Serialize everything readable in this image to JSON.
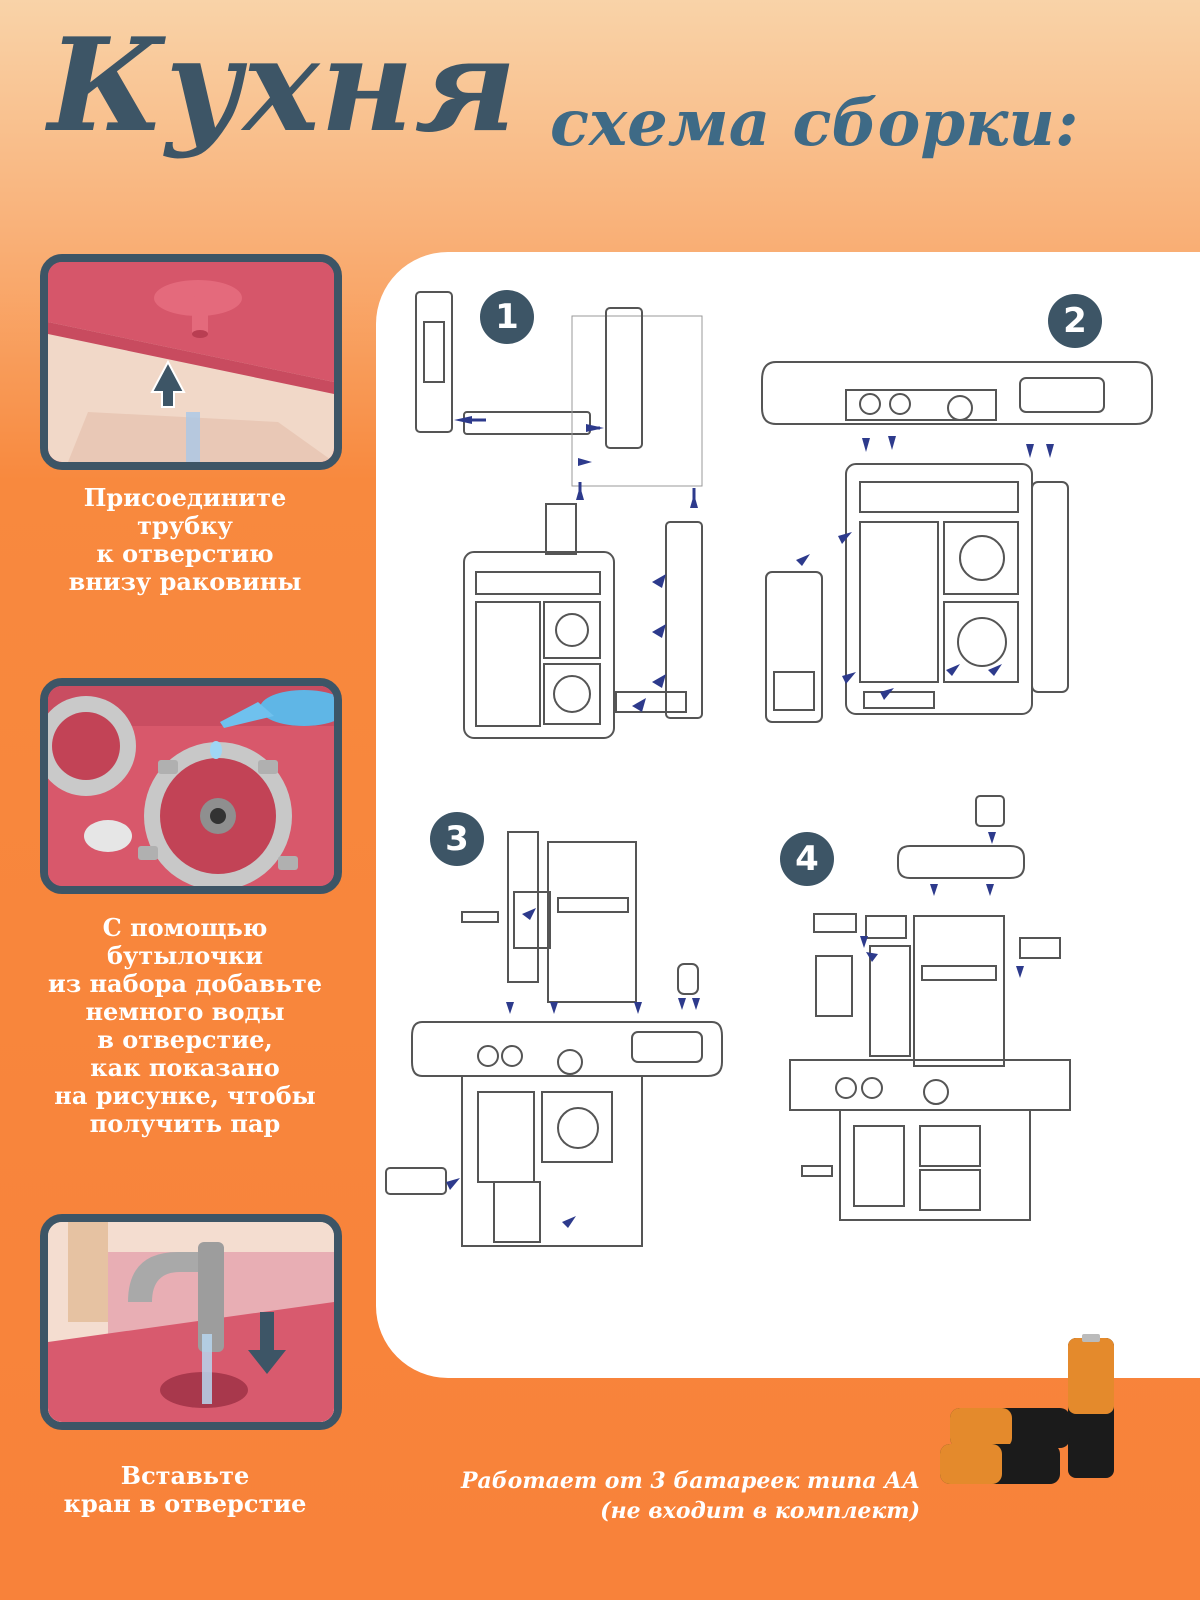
{
  "header": {
    "title": "Кухня",
    "subtitle": "схема сборки:"
  },
  "tips": [
    {
      "caption": "Присоедините\nтрубку\nк отверстию\nвнизу раковины"
    },
    {
      "caption": "С помощью\nбутылочки\nиз набора добавьте\nнемного воды\nв отверстие,\nкак показано\nна рисунке, чтобы\nполучить пар"
    },
    {
      "caption": "Вставьте\nкран в отверстие"
    }
  ],
  "steps": [
    "1",
    "2",
    "3",
    "4"
  ],
  "battery": {
    "line1": "Работает от 3 батареек типа АА",
    "line2": "(не входит в комплект)"
  },
  "colors": {
    "accent": "#3d5566",
    "arrow": "#2d3a8c",
    "pink": "#d95c6e"
  }
}
